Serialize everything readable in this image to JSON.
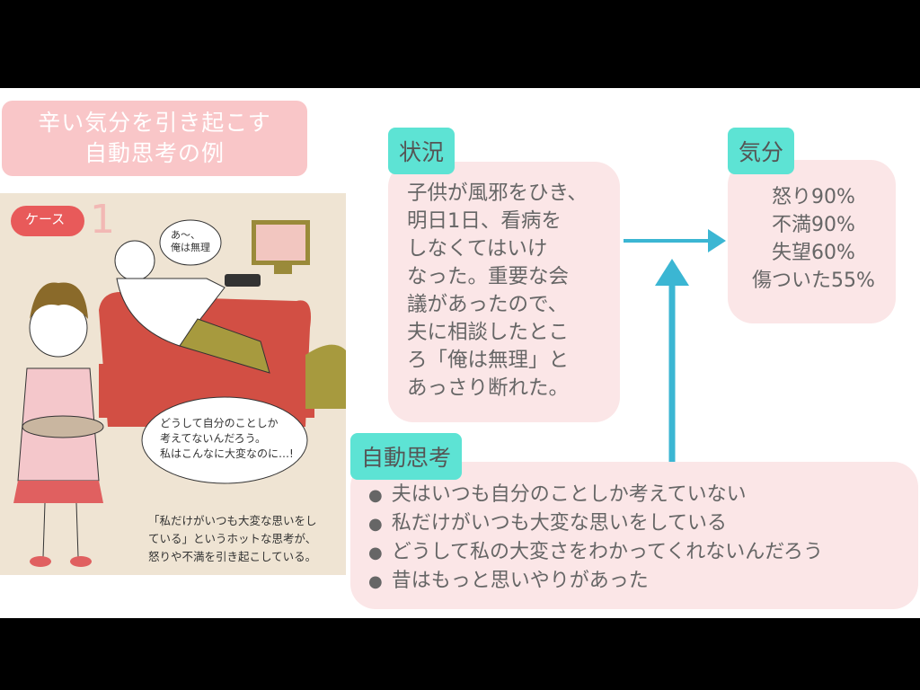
{
  "title": {
    "line1": "辛い気分を引き起こす",
    "line2": "自動思考の例"
  },
  "illustration": {
    "case_badge": "ケース",
    "case_number": "1",
    "speech": {
      "line1": "あ〜、",
      "line2": "俺は無理"
    },
    "thought": {
      "line1": "どうして自分のことしか",
      "line2": "考えてないんだろう。",
      "line3": "私はこんなに大変なのに…!"
    },
    "caption": {
      "line1": "「私だけがいつも大変な思いをし",
      "line2": "ている」というホットな思考が、",
      "line3": "怒りや不満を引き起こしている。"
    }
  },
  "situation": {
    "label": "状況",
    "lines": [
      "子供が風邪をひき、",
      "明日1日、看病を",
      "しなくてはいけ",
      "なった。重要な会",
      "議があったので、",
      "夫に相談したとこ",
      "ろ「俺は無理」と",
      "あっさり断れた。"
    ]
  },
  "mood": {
    "label": "気分",
    "items": [
      "怒り90%",
      "不満90%",
      "失望60%",
      "傷ついた55%"
    ]
  },
  "auto_thoughts": {
    "label": "自動思考",
    "items": [
      "夫はいつも自分のことしか考えていない",
      "私だけがいつも大変な思いをしている",
      "どうして私の大変さをわかってくれないんだろう",
      "昔はもっと思いやりがあった"
    ]
  },
  "colors": {
    "teal": "#5de3d4",
    "pink": "#fbe6e7",
    "title_pink": "#f9c6c8",
    "arrow": "#3bb6d3"
  }
}
